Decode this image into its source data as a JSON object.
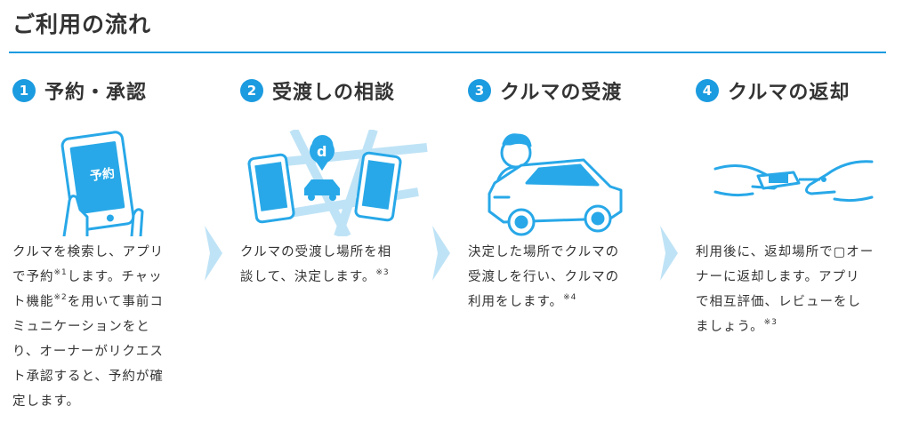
{
  "section_title": "ご利用の流れ",
  "steps": [
    {
      "num": "1",
      "title": "予約・承認",
      "phone_text": "予約",
      "desc": [
        {
          "text": "クルマを検索し、アプリ"
        },
        {
          "text": "で予約",
          "note": "※1",
          "tail": "します。チャッ"
        },
        {
          "text": "ト機能",
          "note": "※2",
          "tail": "を用いて事前コ"
        },
        {
          "text": "ミュニケーションをと"
        },
        {
          "text": "り、オーナーがリクエス"
        },
        {
          "text": "ト承認すると、予約が確"
        },
        {
          "text": "定します。"
        }
      ]
    },
    {
      "num": "2",
      "title": "受渡しの相談",
      "pin_text": "d",
      "desc": [
        {
          "text": "クルマの受渡し場所を相"
        },
        {
          "text": "談して、決定します。",
          "note": "※3"
        }
      ]
    },
    {
      "num": "3",
      "title": "クルマの受渡",
      "desc": [
        {
          "text": "決定した場所でクルマの"
        },
        {
          "text": "受渡しを行い、クルマの"
        },
        {
          "text": "利用をします。",
          "note": "※4"
        }
      ]
    },
    {
      "num": "4",
      "title": "クルマの返却",
      "desc": [
        {
          "text": "利用後に、返却場所で▢オー"
        },
        {
          "text": "ナーに返却します。アプリ"
        },
        {
          "text": "で相互評価、レビューをし"
        },
        {
          "text": "ましょう。",
          "note": "※3"
        }
      ]
    }
  ],
  "colors": {
    "accent": "#1b9be0",
    "illustration_blue": "#28a8e8",
    "chevron": "#bfe3f6",
    "text": "#333333"
  }
}
